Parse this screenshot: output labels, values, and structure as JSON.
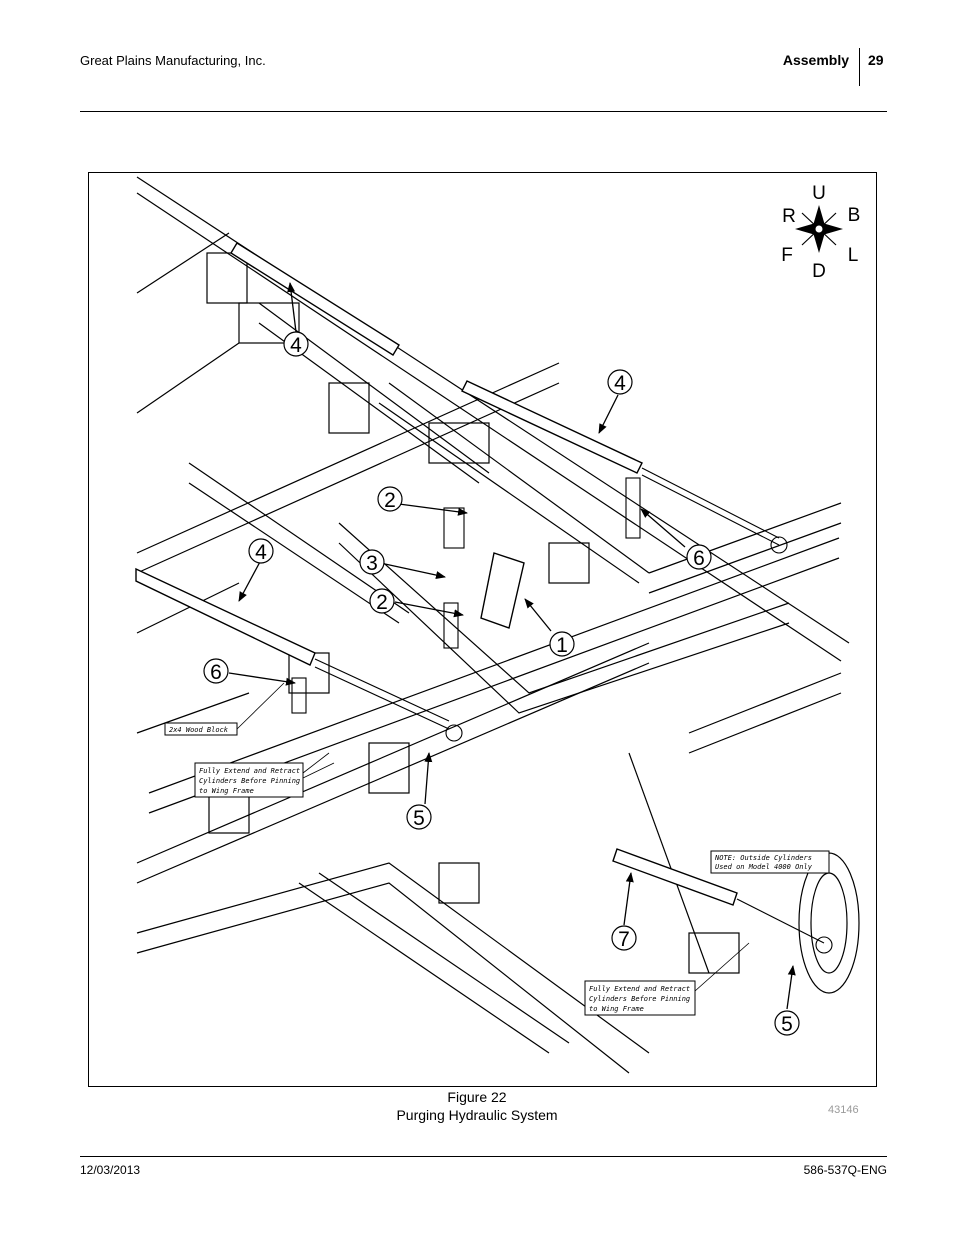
{
  "header": {
    "company": "Great Plains Manufacturing, Inc.",
    "section": "Assembly",
    "page_number": "29"
  },
  "figure": {
    "number": "Figure 22",
    "title": "Purging Hydraulic System",
    "drawing_id": "43146",
    "compass": {
      "up": "U",
      "down": "D",
      "right": "R",
      "back": "B",
      "front": "F",
      "left": "L"
    },
    "callouts": [
      "4",
      "4",
      "4",
      "2",
      "3",
      "2",
      "1",
      "6",
      "6",
      "5",
      "5",
      "7"
    ],
    "notes": {
      "wood_block": "2x4 Wood Block",
      "extend_left": [
        "Fully Extend and Retract",
        "Cylinders Before Pinning",
        "to Wing Frame"
      ],
      "outside_cylinders": [
        "NOTE: Outside Cylinders",
        "Used on Model 4000 Only"
      ],
      "extend_right": [
        "Fully Extend and Retract",
        "Cylinders Before Pinning",
        "to Wing Frame"
      ]
    }
  },
  "footer": {
    "date": "12/03/2013",
    "doc_number": "586-537Q-ENG"
  }
}
